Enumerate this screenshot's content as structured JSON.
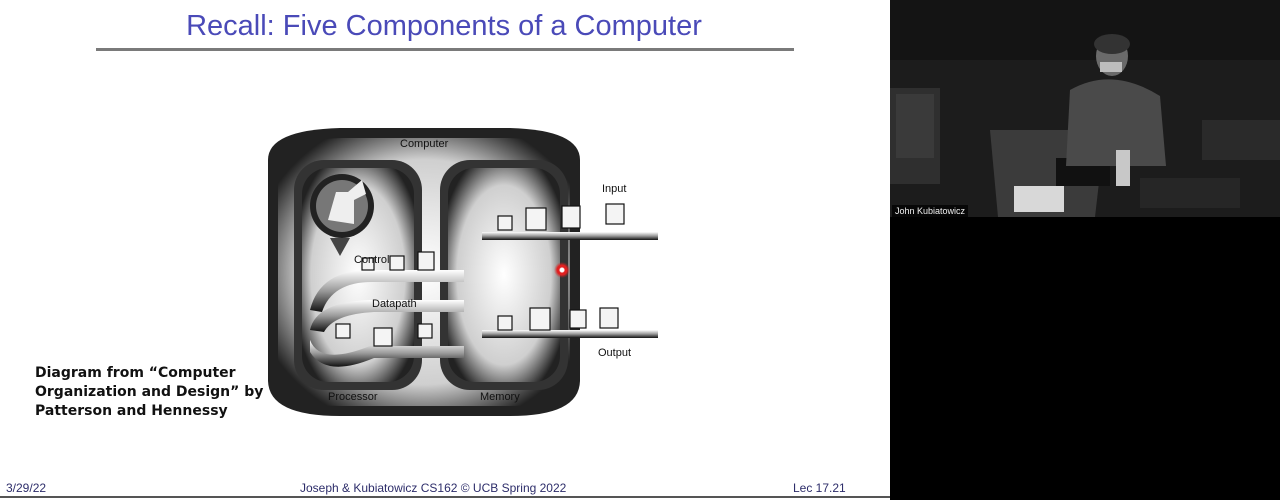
{
  "slide": {
    "title": "Recall: Five Components of a Computer",
    "diagram_labels": {
      "computer": "Computer",
      "input": "Input",
      "control": "Control",
      "datapath": "Datapath",
      "output": "Output",
      "processor": "Processor",
      "memory": "Memory"
    },
    "caption_lines": [
      "Diagram from “Computer",
      "Organization and Design” by",
      "Patterson and Hennessy"
    ],
    "footer": {
      "date": "3/29/22",
      "center": "Joseph & Kubiatowicz CS162 © UCB Spring 2022",
      "page": "Lec 17.21"
    },
    "laser_color": "#e02020"
  },
  "video": {
    "speaker_name": "John Kubiatowicz"
  }
}
